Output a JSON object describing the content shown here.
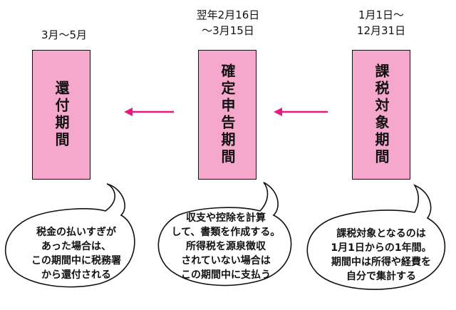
{
  "colors": {
    "box_fill": "#f5a8cb",
    "arrow": "#e6197f",
    "outline": "#111111",
    "bubble_fill": "#ffffff"
  },
  "columns": [
    {
      "date_lines": [
        "1月1日〜",
        "12月31日"
      ],
      "box_label": "課税対象期間",
      "bubble_lines": [
        "課税対象となるのは",
        "1月1日からの1年間。",
        "期間中は所得や経費を",
        "自分で集計する"
      ]
    },
    {
      "date_lines": [
        "翌年2月16日",
        "〜3月15日"
      ],
      "box_label": "確定申告期間",
      "bubble_lines": [
        "収支や控除を計算",
        "して、書類を作成する。",
        "所得税を源泉徴収",
        "されていない場合は",
        "この期間中に支払う"
      ]
    },
    {
      "date_lines": [
        "3月〜5月"
      ],
      "box_label": "還付期間",
      "bubble_lines": [
        "税金の払いすぎが",
        "あった場合は、",
        "この期間中に税務署",
        "から還付される"
      ]
    }
  ]
}
